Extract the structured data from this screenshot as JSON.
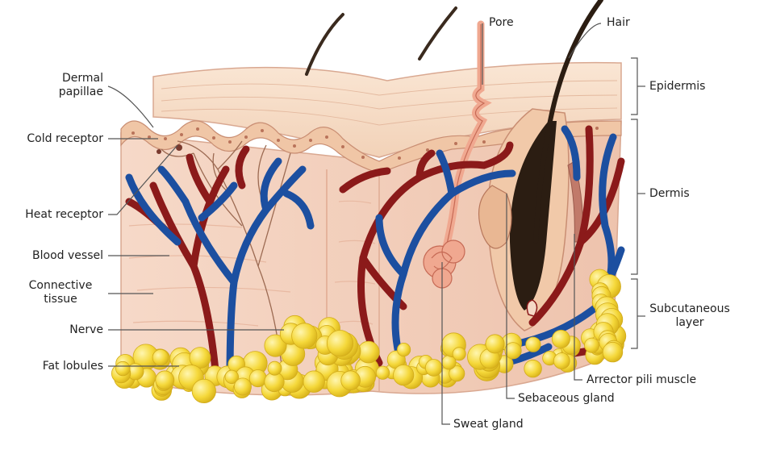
{
  "labels": {
    "dermal_papillae_1": "Dermal",
    "dermal_papillae_2": "papillae",
    "cold_receptor": "Cold receptor",
    "heat_receptor": "Heat receptor",
    "blood_vessel": "Blood vessel",
    "connective_tissue_1": "Connective",
    "connective_tissue_2": "tissue",
    "nerve": "Nerve",
    "fat_lobules": "Fat lobules",
    "pore": "Pore",
    "hair": "Hair",
    "epidermis": "Epidermis",
    "dermis": "Dermis",
    "subcutaneous_1": "Subcutaneous",
    "subcutaneous_2": "layer",
    "arrector_pili": "Arrector pili muscle",
    "sebaceous_gland": "Sebaceous gland",
    "sweat_gland": "Sweat gland"
  },
  "colors": {
    "artery": "#8b1a1a",
    "vein": "#1c4fa0",
    "fat": "#f4d233",
    "dermis": "#f2cdb8",
    "epidermis": "#f7dcc4",
    "hair": "#2b1d12"
  }
}
